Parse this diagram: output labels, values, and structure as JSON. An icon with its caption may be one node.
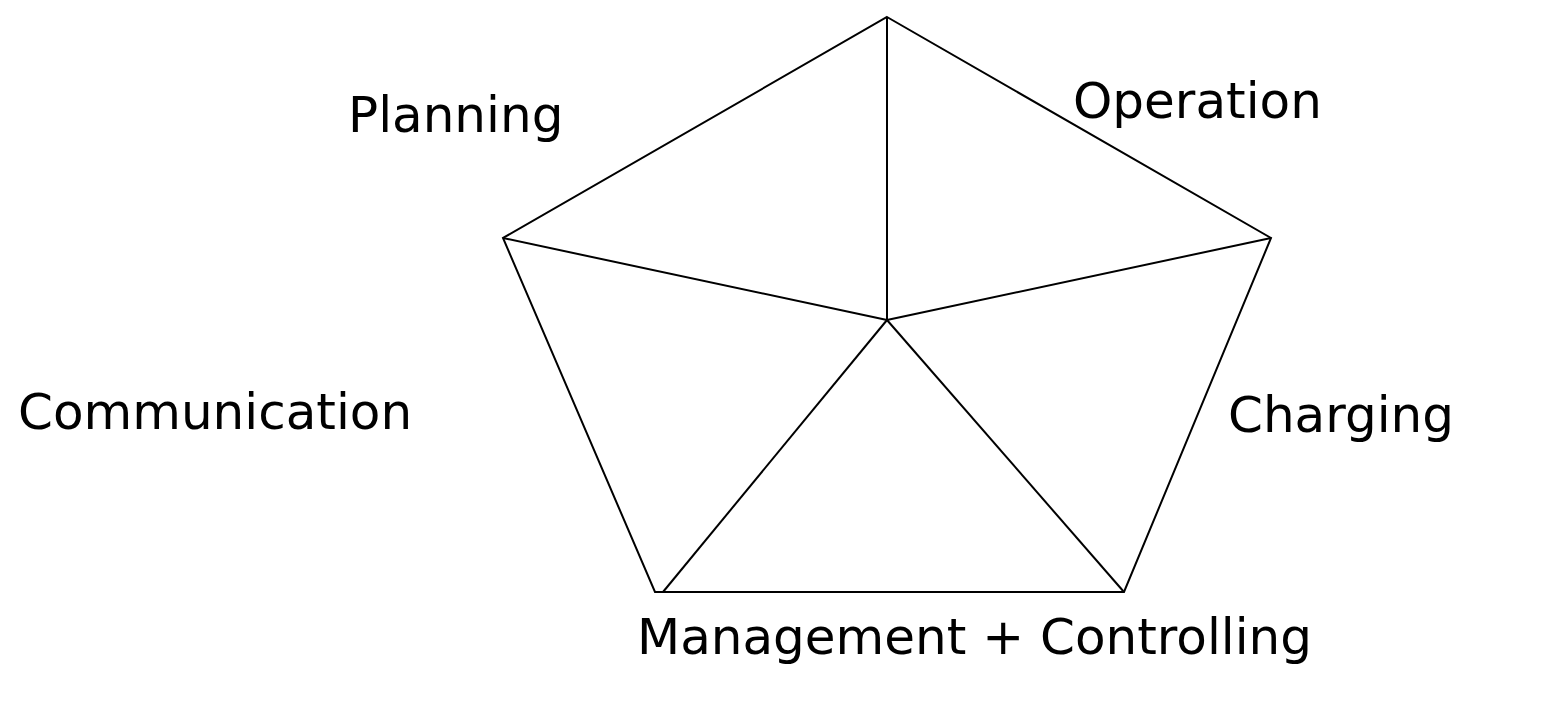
{
  "diagram": {
    "labels": [
      "Operation",
      "Planning",
      "Communication",
      "Charging",
      "Management + Controlling"
    ]
  }
}
